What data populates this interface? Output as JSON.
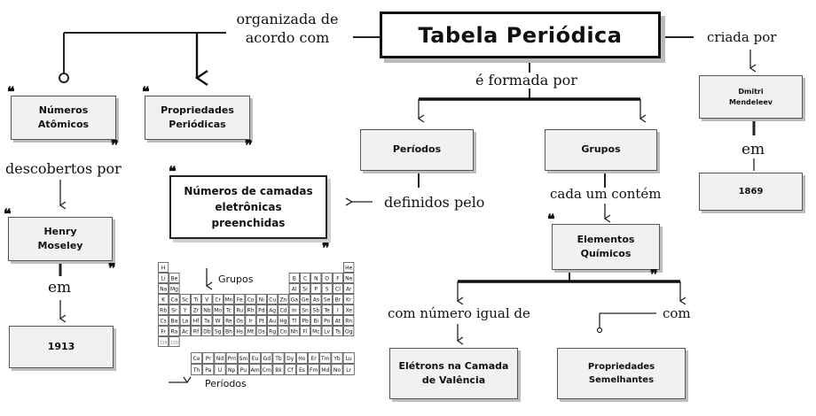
{
  "title": "Tabela Periódica",
  "nodes": {
    "numeros_atomicos": "Números\nAtômicos",
    "propriedades_periodicas": "Propriedades\nPeriódicas",
    "henry_moseley": "Henry\nMoseley",
    "ano_1913": "1913",
    "numeros_camadas": "Números de camadas\neletrônicas\npreenchidas",
    "periodos": "Períodos",
    "grupos": "Grupos",
    "dmitri_mendeleev": "Dmitri\nMendeleev",
    "ano_1869": "1869",
    "elementos_quimicos": "Elementos\nQuímicos",
    "eletrons_camada": "Elétrons na Camada\nde Valência",
    "propriedades_semelhantes": "Propriedades\nSemelhantes"
  },
  "labels": {
    "organizada": "organizada de\nacordo com",
    "criada_por": "criada por",
    "formada_por": "é formada por",
    "descobertos_por": "descobertos por",
    "em_1": "em",
    "em_2": "em",
    "definidos_pelo": "definidos pelo",
    "cada_um_contem": "cada um contém",
    "com_numero_igual": "com número igual de",
    "com": "com",
    "grupos_label": "Grupos",
    "periodos_label": "Períodos"
  },
  "quotes": {
    "open": "❝",
    "close": "❞"
  },
  "periodic_table": {
    "main_rows": [
      [
        "H",
        "",
        "",
        "",
        "",
        "",
        "",
        "",
        "",
        "",
        "",
        "",
        "",
        "",
        "",
        "",
        "",
        "He"
      ],
      [
        "Li",
        "Be",
        "",
        "",
        "",
        "",
        "",
        "",
        "",
        "",
        "",
        "",
        "B",
        "C",
        "N",
        "O",
        "F",
        "Ne"
      ],
      [
        "Na",
        "Mg",
        "",
        "",
        "",
        "",
        "",
        "",
        "",
        "",
        "",
        "",
        "Al",
        "Si",
        "P",
        "S",
        "Cl",
        "Ar"
      ],
      [
        "K",
        "Ca",
        "Sc",
        "Ti",
        "V",
        "Cr",
        "Mn",
        "Fe",
        "Co",
        "Ni",
        "Cu",
        "Zn",
        "Ga",
        "Ge",
        "As",
        "Se",
        "Br",
        "Kr"
      ],
      [
        "Rb",
        "Sr",
        "Y",
        "Zr",
        "Nb",
        "Mo",
        "Tc",
        "Ru",
        "Rh",
        "Pd",
        "Ag",
        "Cd",
        "In",
        "Sn",
        "Sb",
        "Te",
        "I",
        "Xe"
      ],
      [
        "Cs",
        "Ba",
        "La",
        "Hf",
        "Ta",
        "W",
        "Re",
        "Os",
        "Ir",
        "Pt",
        "Au",
        "Hg",
        "Tl",
        "Pb",
        "Bi",
        "Po",
        "At",
        "Rn"
      ],
      [
        "Fr",
        "Ra",
        "Ac",
        "Rf",
        "Db",
        "Sg",
        "Bh",
        "Hs",
        "Mt",
        "Ds",
        "Rg",
        "Cn",
        "Nh",
        "Fl",
        "Mc",
        "Lv",
        "Ts",
        "Og"
      ],
      [
        "119",
        "120",
        "",
        "",
        "",
        "",
        "",
        "",
        "",
        "",
        "",
        "",
        "",
        "",
        "",
        "",
        "",
        ""
      ]
    ],
    "f_rows": [
      [
        "Ce",
        "Pr",
        "Nd",
        "Pm",
        "Sm",
        "Eu",
        "Gd",
        "Tb",
        "Dy",
        "Ho",
        "Er",
        "Tm",
        "Yb",
        "Lu"
      ],
      [
        "Th",
        "Pa",
        "U",
        "Np",
        "Pu",
        "Am",
        "Cm",
        "Bk",
        "Cf",
        "Es",
        "Fm",
        "Md",
        "No",
        "Lr"
      ]
    ]
  }
}
